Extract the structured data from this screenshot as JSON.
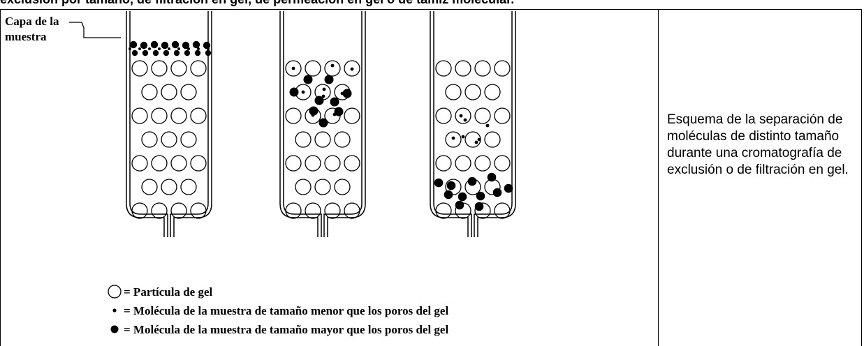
{
  "header": {
    "text": "exclusión por tamaño, de filtración en gel, de permeación en gel o de tamiz molecular."
  },
  "figure": {
    "sample_layer_label_line1": "Capa de la",
    "sample_layer_label_line2": "muestra",
    "legend": [
      {
        "symbol": "gel-particle",
        "text": "= Partícula de gel"
      },
      {
        "symbol": "small-molecule",
        "text": "= Molécula de la muestra de tamaño menor que los poros del gel"
      },
      {
        "symbol": "large-molecule",
        "text": "= Molécula de la muestra de tamaño mayor que los poros del gel"
      }
    ]
  },
  "caption": {
    "text": "Esquema de la separación de moléculas de distinto tamaño durante una cromatografía de exclusión o de filtración en gel."
  },
  "colors": {
    "ink": "#000000",
    "background": "#ffffff"
  }
}
